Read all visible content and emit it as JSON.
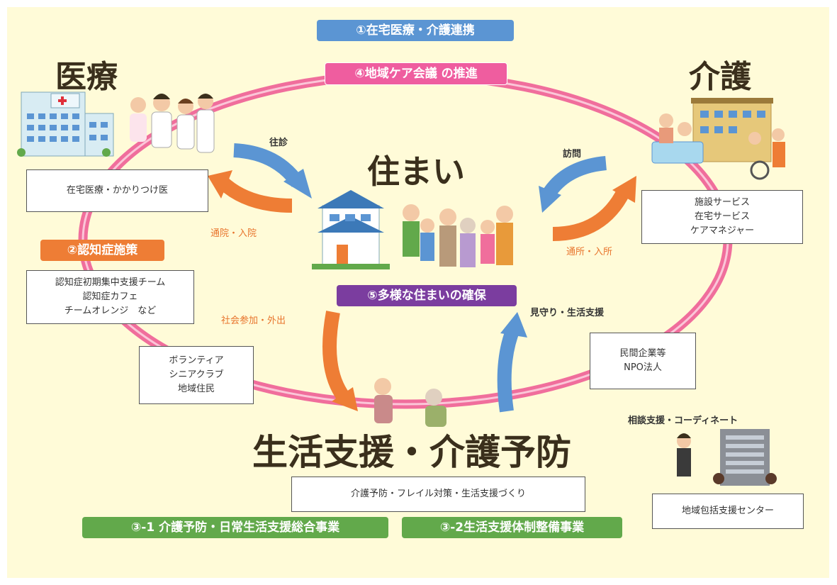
{
  "headings": {
    "iryo": "医療",
    "kaigo": "介護",
    "sumai": "住まい",
    "seikatsu": "生活支援・介護予防"
  },
  "pills": {
    "p1": "①在宅医療・介護連携",
    "p4": "④地域ケア会議 の推進",
    "p2": "②認知症施策",
    "p5": "⑤多様な住まいの確保",
    "p31": "③-1 介護予防・日常生活支援総合事業",
    "p32": "③-2生活支援体制整備事業"
  },
  "boxes": {
    "zaitaku": [
      "在宅医療・かかりつけ医"
    ],
    "kaigo_services": [
      "施設サービス",
      "在宅サービス",
      "ケアマネジャー"
    ],
    "ninchisho": [
      "認知症初期集中支援チーム",
      "認知症カフェ",
      "チームオレンジ　など"
    ],
    "volunteer": [
      "ボランティア",
      "シニアクラブ",
      "地域住民"
    ],
    "minkan": [
      "民間企業等",
      "NPO法人"
    ],
    "yobo": [
      "介護予防・フレイル対策・生活支援づくり"
    ],
    "center": [
      "地域包括支援センター"
    ]
  },
  "labels": {
    "oushin": "往診",
    "tsuin": "通院・入院",
    "houmon": "訪問",
    "tsusho": "通所・入所",
    "shakai": "社会参加・外出",
    "mimamori": "見守り・生活支援",
    "soudan": "相談支援・コーディネート"
  },
  "colors": {
    "background": "#fffbd8",
    "ring": "#f06e9c",
    "blue_pill": "#5b95d3",
    "pink_pill": "#ef5d9f",
    "orange_pill": "#ee7d35",
    "purple_pill": "#7b3d9f",
    "green_pill": "#62a94b",
    "arrow_blue": "#5b95d3",
    "arrow_orange": "#ee7d35"
  },
  "icons": [
    "hospital-icon",
    "medical-staff-icon",
    "care-facility-icon",
    "house-icon",
    "family-icon",
    "exercise-seniors-icon",
    "consultant-icon",
    "office-building-icon"
  ]
}
